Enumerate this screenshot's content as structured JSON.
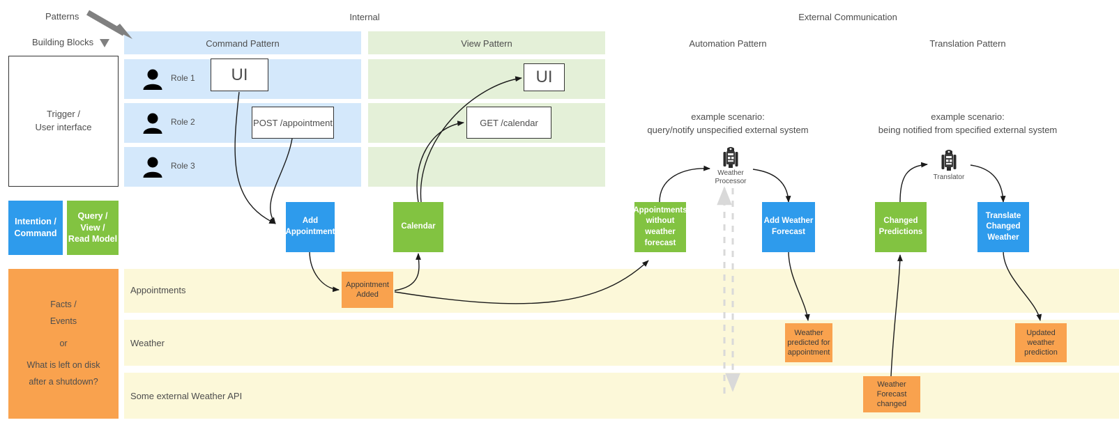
{
  "annotations": {
    "patterns_label": "Patterns",
    "building_blocks_label": "Building Blocks",
    "arrow_icon": "thick-arrow-icon",
    "down_arrow_icon": "chevron-down-icon"
  },
  "groups": [
    {
      "label": "Internal"
    },
    {
      "label": "External Communication"
    }
  ],
  "patterns": [
    {
      "label": "Command Pattern",
      "color": "#d4e8fb"
    },
    {
      "label": "View Pattern",
      "color": "#e4f0d8"
    },
    {
      "label": "Automation Pattern",
      "color": ""
    },
    {
      "label": "Translation Pattern",
      "color": ""
    }
  ],
  "legend": {
    "trigger": "Trigger /\nUser interface",
    "trigger_line1": "Trigger /",
    "trigger_line2": "User interface",
    "intention": "Intention /\nCommand",
    "intention_line1": "Intention /",
    "intention_line2": "Command",
    "query_line1": "Query /",
    "query_line2": "View /",
    "query_line3": "Read Model",
    "facts_line1": "Facts /",
    "facts_line2": "Events",
    "facts_line3": "or",
    "facts_line4": "What is left on disk",
    "facts_line5": "after a shutdown?",
    "colors": {
      "intention": "#2e9bec",
      "query": "#82c341",
      "facts": "#f9a24e"
    }
  },
  "roles": [
    {
      "label": "Role 1",
      "icon": "person-icon"
    },
    {
      "label": "Role 2",
      "icon": "person-icon"
    },
    {
      "label": "Role 3",
      "icon": "person-icon"
    }
  ],
  "lanes": [
    {
      "label": "Appointments"
    },
    {
      "label": "Weather"
    },
    {
      "label": "Some external Weather API"
    }
  ],
  "command_pattern": {
    "ui_box": "UI",
    "endpoint_box": "POST /appointment",
    "command_node": "Add\nAppointment",
    "command_node_line1": "Add",
    "command_node_line2": "Appointment",
    "event": "Appointment\nAdded",
    "event_line1": "Appointment",
    "event_line2": "Added"
  },
  "view_pattern": {
    "ui_box": "UI",
    "endpoint_box": "GET /calendar",
    "view_node": "Calendar"
  },
  "automation_pattern": {
    "scenario_line1": "example scenario:",
    "scenario_line2": "query/notify unspecified external system",
    "robot_icon": "droid-robot-icon",
    "robot_caption_line1": "Weather",
    "robot_caption_line2": "Processor",
    "read_model_line1": "Appointments",
    "read_model_line2": "without",
    "read_model_line3": "weather",
    "read_model_line4": "forecast",
    "command_line1": "Add Weather",
    "command_line2": "Forecast",
    "event_line1": "Weather",
    "event_line2": "predicted for",
    "event_line3": "appointment"
  },
  "translation_pattern": {
    "scenario_line1": "example scenario:",
    "scenario_line2": "being notified from specified external system",
    "robot_icon": "droid-robot-icon",
    "robot_caption": "Translator",
    "read_model_line1": "Changed",
    "read_model_line2": "Predictions",
    "command_line1": "Translate",
    "command_line2": "Changed",
    "command_line3": "Weather",
    "event_line1": "Updated",
    "event_line2": "weather",
    "event_line3": "prediction",
    "external_event_line1": "Weather",
    "external_event_line2": "Forecast",
    "external_event_line3": "changed"
  }
}
